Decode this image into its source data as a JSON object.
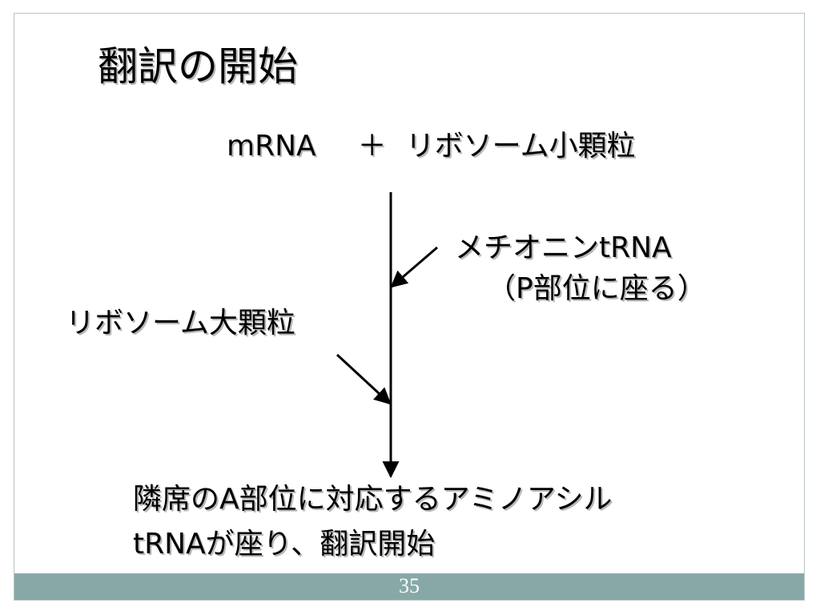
{
  "slide": {
    "title": "翻訳の開始",
    "page_number": "35"
  },
  "diagram": {
    "reactant_mrna": "mRNA",
    "reactant_plus": "＋",
    "reactant_small_subunit": "リボソーム小顆粒",
    "methionine_trna": "メチオニンtRNA",
    "p_site_note": "（P部位に座る）",
    "large_subunit": "リボソーム大顆粒",
    "result_line1": "隣席のA部位に対応するアミノアシル",
    "result_line2": "tRNAが座り、翻訳開始"
  },
  "colors": {
    "footer_bar": "#88a8a8",
    "text": "#000000",
    "text_shadow": "#b8b8b8",
    "frame_border": "#b8c4c4"
  }
}
